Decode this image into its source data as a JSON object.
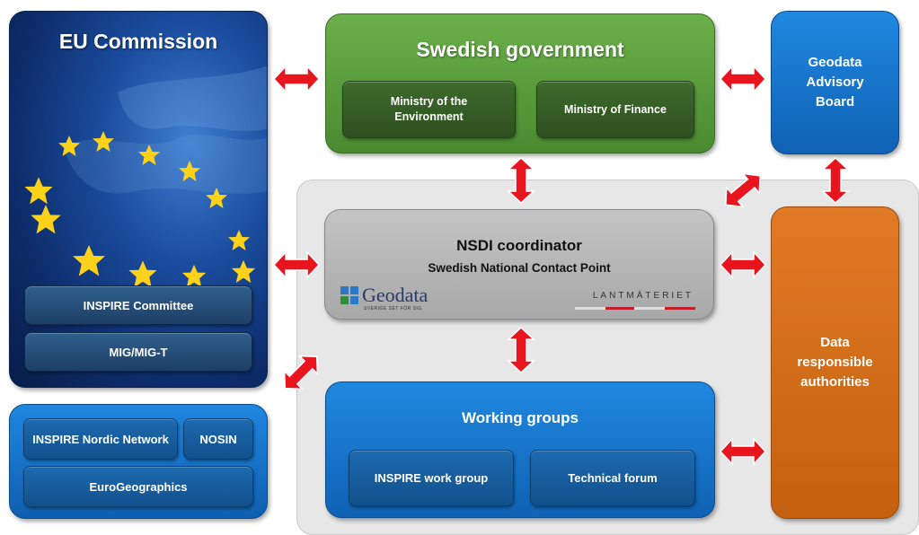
{
  "eu_commission": {
    "title": "EU Commission",
    "items": [
      "INSPIRE Committee",
      "MIG/MIG-T"
    ]
  },
  "nordic": {
    "items": [
      "INSPIRE Nordic Network",
      "NOSIN",
      "EuroGeographics"
    ]
  },
  "swedish_government": {
    "title": "Swedish government",
    "items": [
      "Ministry of the Environment",
      "Ministry of Finance"
    ]
  },
  "advisory_board": {
    "label": "Geodata Advisory Board"
  },
  "nsdi": {
    "title": "NSDI coordinator",
    "subtitle": "Swedish National Contact Point",
    "logo_geodata": "Geodata",
    "logo_geodata_tagline": "SVERIGE SET FÖR SIG",
    "logo_lantmateriet": "LANTMÄTERIET"
  },
  "working_groups": {
    "title": "Working groups",
    "items": [
      "INSPIRE work group",
      "Technical forum"
    ]
  },
  "data_authorities": {
    "label": "Data responsible authorities"
  },
  "colors": {
    "eu_blue": "#0b2e6e",
    "gov_green": "#5a9a3c",
    "board_blue": "#1a73c4",
    "orange": "#d0681c",
    "arrow_red": "#e8141e",
    "grey_panel": "#e6e6e6"
  }
}
